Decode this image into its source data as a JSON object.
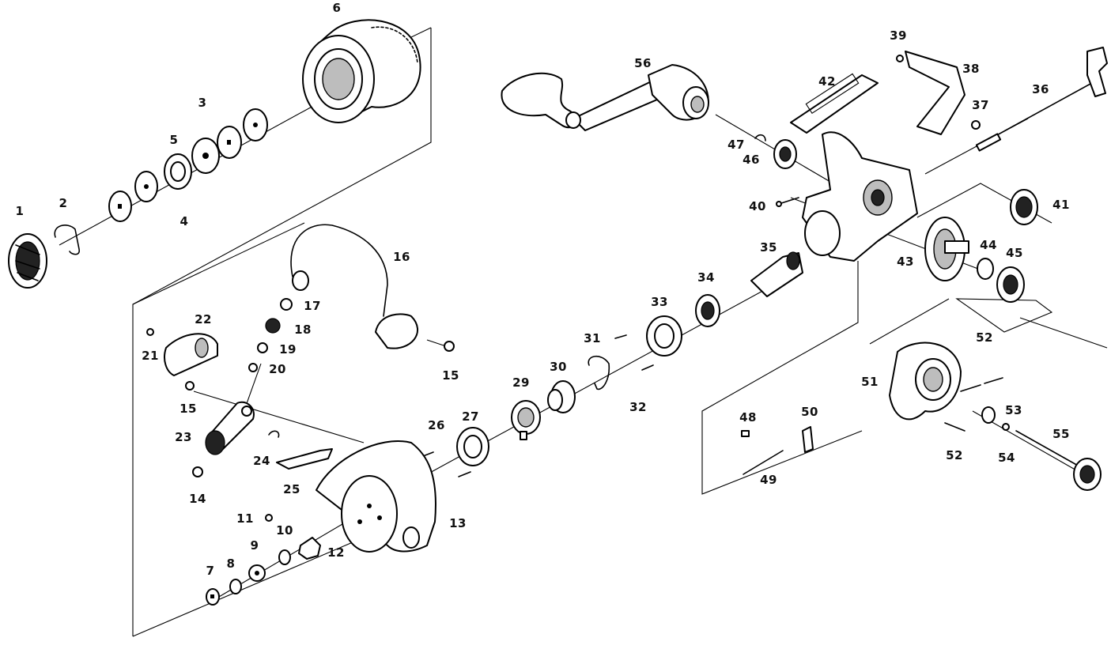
{
  "callouts": [
    {
      "id": "1",
      "text": "1"
    },
    {
      "id": "2",
      "text": "2"
    },
    {
      "id": "3",
      "text": "3"
    },
    {
      "id": "4",
      "text": "4"
    },
    {
      "id": "5",
      "text": "5"
    },
    {
      "id": "6",
      "text": "6"
    },
    {
      "id": "7",
      "text": "7"
    },
    {
      "id": "8",
      "text": "8"
    },
    {
      "id": "9",
      "text": "9"
    },
    {
      "id": "10",
      "text": "10"
    },
    {
      "id": "11",
      "text": "11"
    },
    {
      "id": "12",
      "text": "12"
    },
    {
      "id": "13",
      "text": "13"
    },
    {
      "id": "14",
      "text": "14"
    },
    {
      "id": "15a",
      "text": "15"
    },
    {
      "id": "15b",
      "text": "15"
    },
    {
      "id": "16",
      "text": "16"
    },
    {
      "id": "17",
      "text": "17"
    },
    {
      "id": "18",
      "text": "18"
    },
    {
      "id": "19",
      "text": "19"
    },
    {
      "id": "20",
      "text": "20"
    },
    {
      "id": "21",
      "text": "21"
    },
    {
      "id": "22",
      "text": "22"
    },
    {
      "id": "23",
      "text": "23"
    },
    {
      "id": "24",
      "text": "24"
    },
    {
      "id": "25",
      "text": "25"
    },
    {
      "id": "26",
      "text": "26"
    },
    {
      "id": "27",
      "text": "27"
    },
    {
      "id": "29",
      "text": "29"
    },
    {
      "id": "30",
      "text": "30"
    },
    {
      "id": "31",
      "text": "31"
    },
    {
      "id": "32",
      "text": "32"
    },
    {
      "id": "33",
      "text": "33"
    },
    {
      "id": "34",
      "text": "34"
    },
    {
      "id": "35",
      "text": "35"
    },
    {
      "id": "36",
      "text": "36"
    },
    {
      "id": "37",
      "text": "37"
    },
    {
      "id": "38",
      "text": "38"
    },
    {
      "id": "39",
      "text": "39"
    },
    {
      "id": "40",
      "text": "40"
    },
    {
      "id": "41",
      "text": "41"
    },
    {
      "id": "42",
      "text": "42"
    },
    {
      "id": "43",
      "text": "43"
    },
    {
      "id": "44",
      "text": "44"
    },
    {
      "id": "45",
      "text": "45"
    },
    {
      "id": "46",
      "text": "46"
    },
    {
      "id": "47",
      "text": "47"
    },
    {
      "id": "48",
      "text": "48"
    },
    {
      "id": "49",
      "text": "49"
    },
    {
      "id": "50",
      "text": "50"
    },
    {
      "id": "51",
      "text": "51"
    },
    {
      "id": "52a",
      "text": "52"
    },
    {
      "id": "52b",
      "text": "52"
    },
    {
      "id": "53",
      "text": "53"
    },
    {
      "id": "54",
      "text": "54"
    },
    {
      "id": "55",
      "text": "55"
    },
    {
      "id": "56",
      "text": "56"
    }
  ]
}
